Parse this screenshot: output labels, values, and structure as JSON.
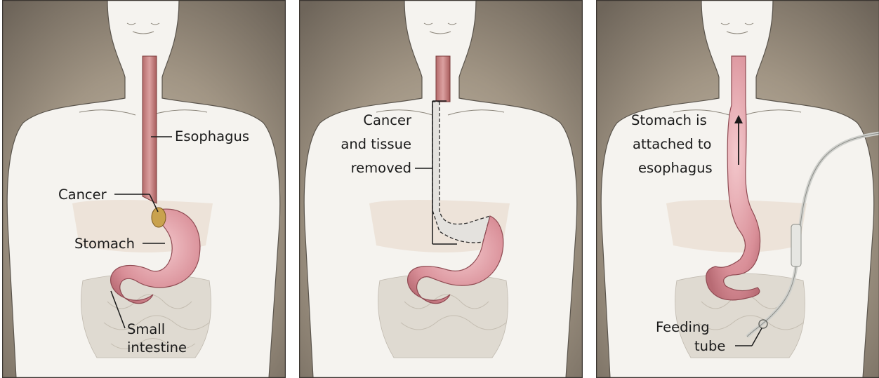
{
  "panels": [
    {
      "labels": {
        "esophagus": "Esophagus",
        "cancer": "Cancer",
        "stomach": "Stomach",
        "small_intestine_1": "Small",
        "small_intestine_2": "intestine"
      }
    },
    {
      "labels": {
        "removed_1": "Cancer",
        "removed_2": "and tissue",
        "removed_3": "removed"
      }
    },
    {
      "labels": {
        "attached_1": "Stomach is",
        "attached_2": "attached to",
        "attached_3": "esophagus",
        "feeding_1": "Feeding",
        "feeding_2": "tube"
      }
    }
  ]
}
